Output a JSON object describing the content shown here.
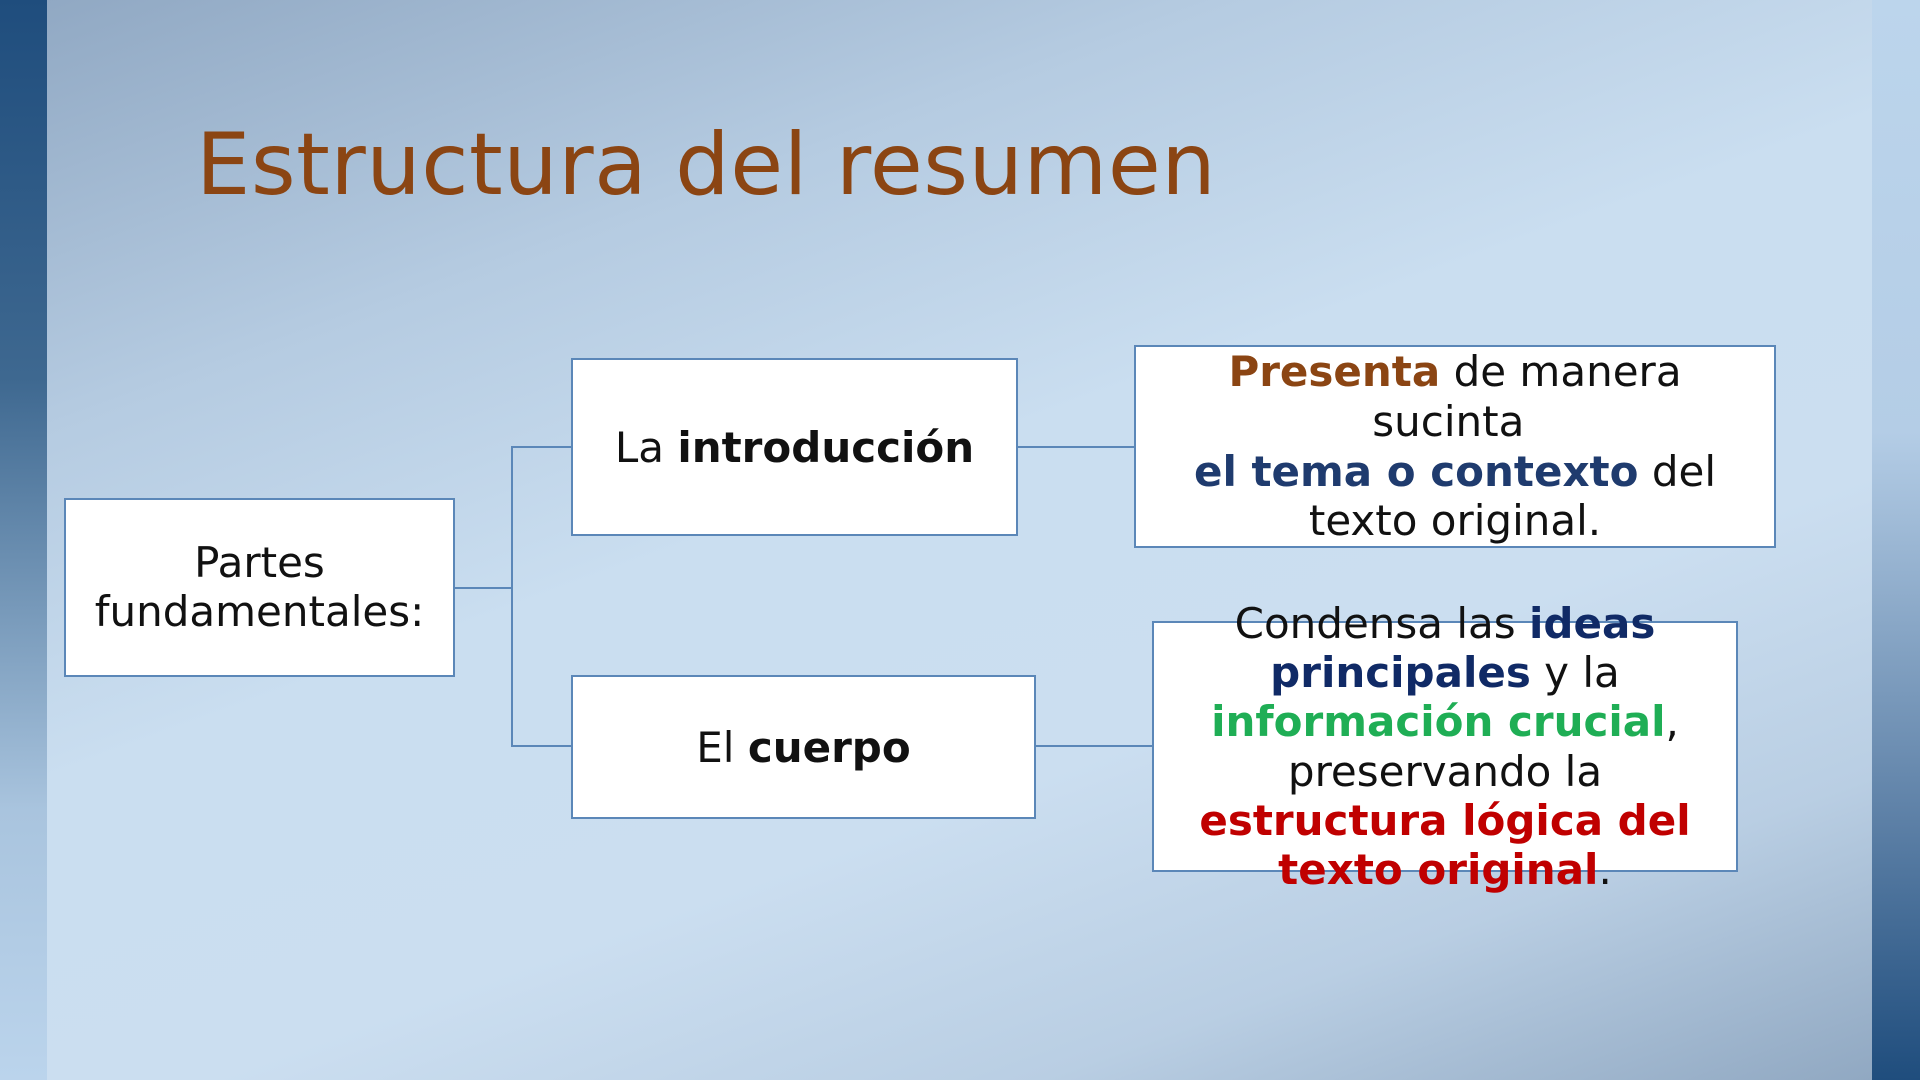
{
  "slide": {
    "title": "Estructura del resumen",
    "colors": {
      "title": "#8b4513",
      "box_border": "#5b87b8",
      "connector": "#5b87b8",
      "highlight_brown": "#8b4513",
      "highlight_navy": "#1f3b6e",
      "highlight_green": "#1fae55",
      "highlight_red": "#c00000"
    }
  },
  "diagram": {
    "root": {
      "line1": "Partes",
      "line2": "fundamentales:"
    },
    "branches": [
      {
        "label_prefix": "La ",
        "label_bold": "introducción",
        "description": {
          "part1": "Presenta",
          "part2": " de manera sucinta ",
          "part3": "el tema o contexto",
          "part4": " del texto original."
        }
      },
      {
        "label_prefix": "El ",
        "label_bold": "cuerpo",
        "description": {
          "part1": "Condensa las ",
          "part2": "ideas principales",
          "part3": " y la ",
          "part4": "información crucial",
          "part5": ", preservando la ",
          "part6": "estructura lógica del texto original",
          "part7": "."
        }
      }
    ]
  }
}
